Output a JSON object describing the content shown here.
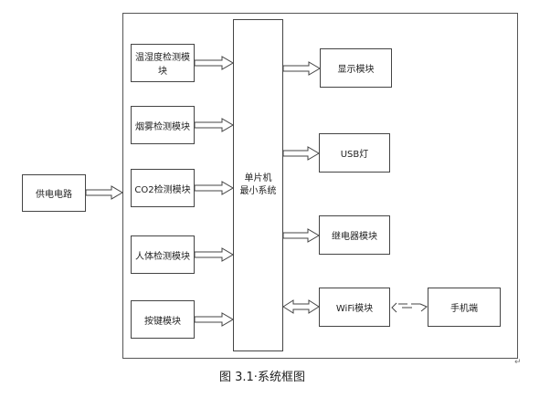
{
  "diagram": {
    "power": "供电电路",
    "inputs": [
      "温湿度检测模块",
      "烟雾检测模块",
      "CO2检测模块",
      "人体检测模块",
      "按键模块"
    ],
    "mcu": [
      "单片机",
      "最小系统"
    ],
    "outputs": [
      "显示模块",
      "USB灯",
      "继电器模块",
      "WiFi模块"
    ],
    "remote": "手机端"
  },
  "caption": "图 3.1·系统框图",
  "para_mark": "↵"
}
